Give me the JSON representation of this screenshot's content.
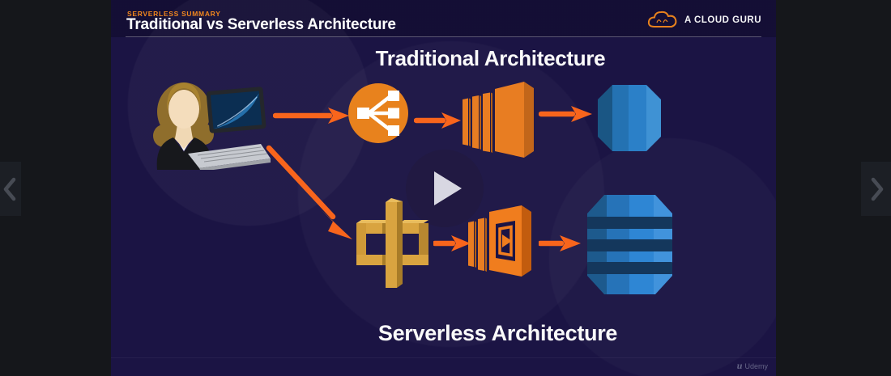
{
  "player": {
    "watermark_text": "Udemy",
    "controls": [
      "previous-slide-chevron",
      "next-slide-chevron",
      "play-button"
    ]
  },
  "slide": {
    "eyebrow": "SERVERLESS SUMMARY",
    "title": "Traditional vs Serverless Architecture",
    "brand_name": "A CLOUD GURU",
    "sections": {
      "traditional": {
        "heading": "Traditional Architecture",
        "flow": [
          "user-with-laptop",
          "elastic-load-balancer",
          "ec2-instances",
          "rds-database"
        ]
      },
      "serverless": {
        "heading": "Serverless Architecture",
        "flow": [
          "user-with-laptop",
          "api-gateway",
          "lambda-function",
          "dynamodb-table"
        ]
      }
    },
    "colors": {
      "slide_background": "#1b1444",
      "accent_orange": "#f0861e",
      "arrow_orange": "#f8651c",
      "ec2_orange": "#e87d22",
      "gateway_gold": "#d9a440",
      "database_blue": "#2e7dc2",
      "heading_white": "#fafafa"
    }
  }
}
